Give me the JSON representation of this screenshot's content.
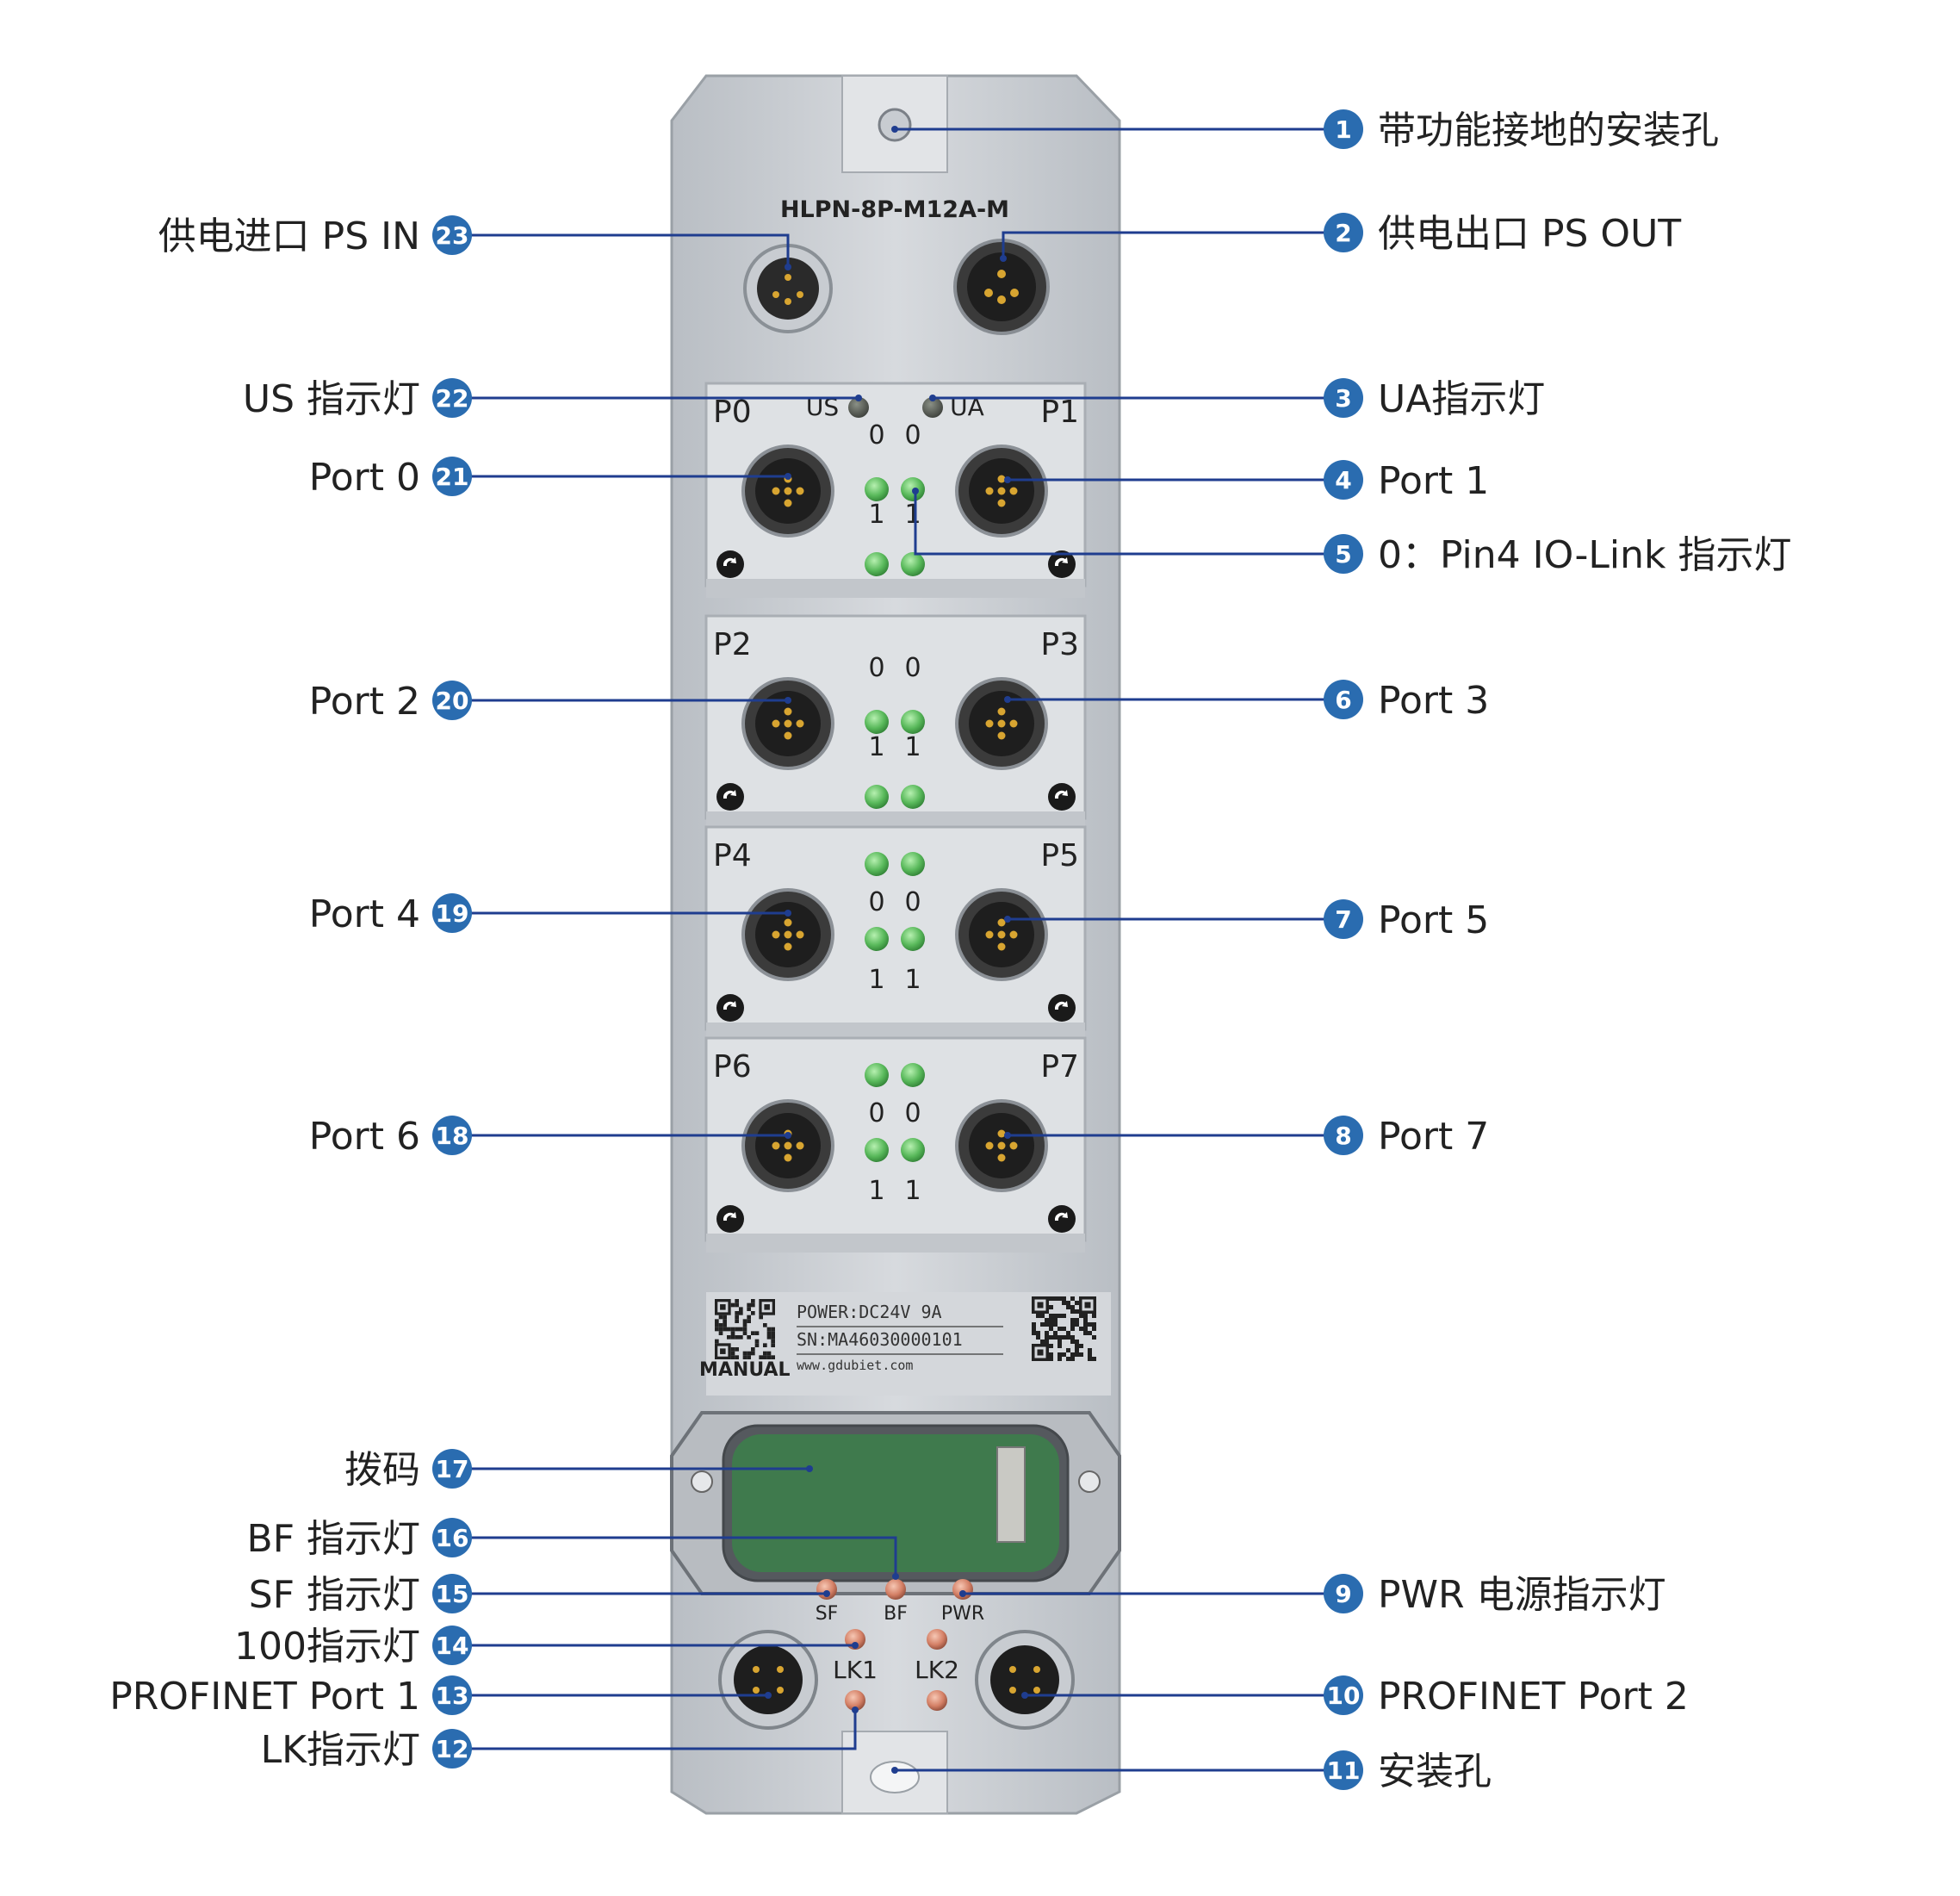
{
  "colors": {
    "leader": "#1f3d8f",
    "badge": "#2a6cb0",
    "housing": "#cdd1d6",
    "housing_dark": "#9aa0a6",
    "panel": "#dde0e3",
    "led_green": "#59c15f",
    "led_red": "#e08a72",
    "connector_dark": "#1e1e1e",
    "pin_gold": "#d8a531",
    "dip_green": "#3f7a4d"
  },
  "device": {
    "model": "HLPN-8P-M12A-M",
    "us_label": "US",
    "ua_label": "UA",
    "ports": [
      "P0",
      "P1",
      "P2",
      "P3",
      "P4",
      "P5",
      "P6",
      "P7"
    ],
    "led_zero": "0",
    "led_one": "1",
    "power_label": "POWER:DC24V 9A",
    "sn_label": "SN:MA46030000101",
    "website": "www.gdubiet.com",
    "manual_label": "MANUAL",
    "sf_label": "SF",
    "bf_label": "BF",
    "pwr_label": "PWR",
    "lk1_label": "LK1",
    "lk2_label": "LK2",
    "qr_left_icon": "qr-code-icon",
    "qr_right_icon": "qr-code-icon"
  },
  "callouts": [
    {
      "n": "1",
      "label": "带功能接地的安装孔"
    },
    {
      "n": "2",
      "label": "供电出口 PS OUT"
    },
    {
      "n": "3",
      "label": "UA指示灯"
    },
    {
      "n": "4",
      "label": "Port 1"
    },
    {
      "n": "5",
      "label": "0：Pin4 IO-Link 指示灯"
    },
    {
      "n": "6",
      "label": "Port 3"
    },
    {
      "n": "7",
      "label": "Port 5"
    },
    {
      "n": "8",
      "label": "Port 7"
    },
    {
      "n": "9",
      "label": "PWR 电源指示灯"
    },
    {
      "n": "10",
      "label": "PROFINET Port 2"
    },
    {
      "n": "11",
      "label": "安装孔"
    },
    {
      "n": "12",
      "label": "LK指示灯"
    },
    {
      "n": "13",
      "label": "PROFINET Port 1"
    },
    {
      "n": "14",
      "label": "100指示灯"
    },
    {
      "n": "15",
      "label": "SF 指示灯"
    },
    {
      "n": "16",
      "label": "BF 指示灯"
    },
    {
      "n": "17",
      "label": "拨码"
    },
    {
      "n": "18",
      "label": "Port 6"
    },
    {
      "n": "19",
      "label": "Port 4"
    },
    {
      "n": "20",
      "label": "Port 2"
    },
    {
      "n": "21",
      "label": "Port 0"
    },
    {
      "n": "22",
      "label": "US 指示灯"
    },
    {
      "n": "23",
      "label": "供电进口 PS IN"
    }
  ]
}
